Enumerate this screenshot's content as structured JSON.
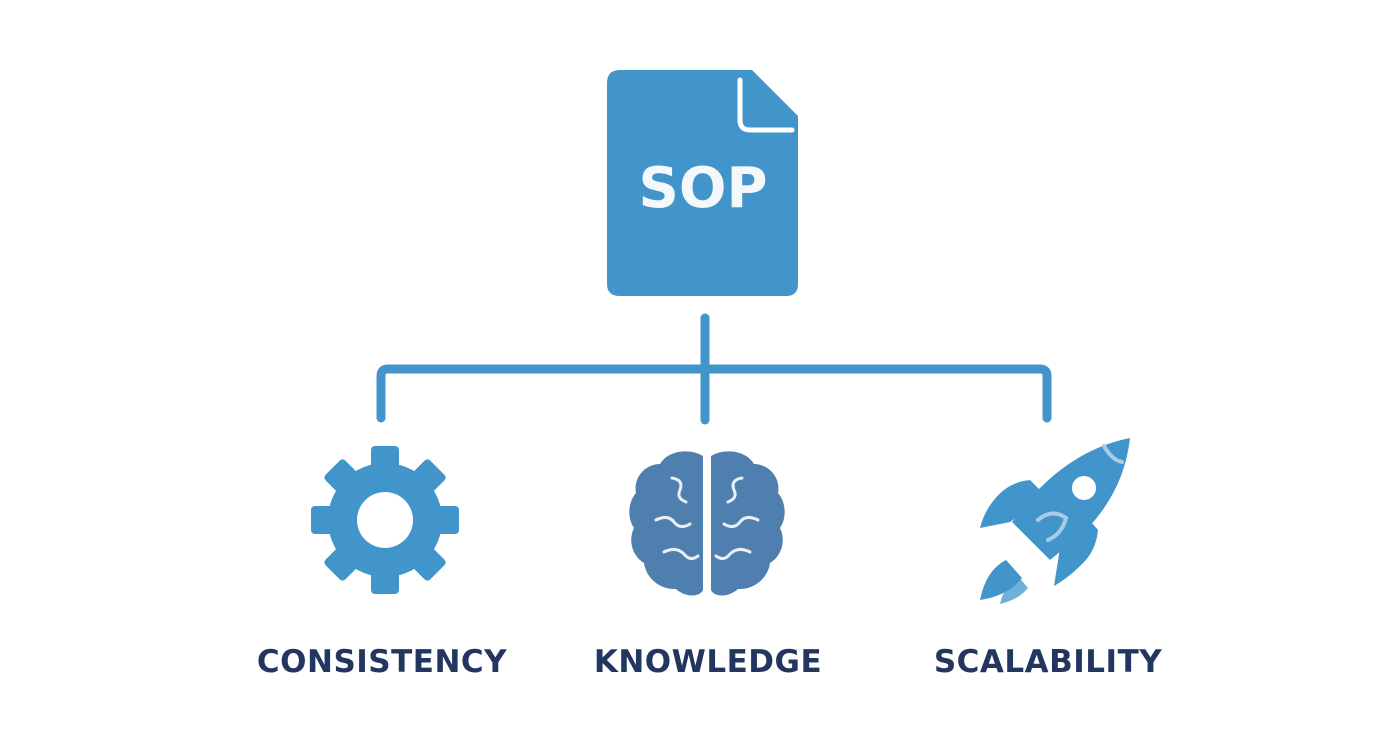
{
  "root": {
    "label": "SOP",
    "icon": "document-icon"
  },
  "pillars": [
    {
      "label": "CONSISTENCY",
      "icon": "gear-icon"
    },
    {
      "label": "KNOWLEDGE",
      "icon": "brain-icon"
    },
    {
      "label": "SCALABILITY",
      "icon": "rocket-icon"
    }
  ],
  "colors": {
    "primary": "#4195CB",
    "brain": "#4F7FAF",
    "label": "#233660",
    "background": "#FFFFFF"
  }
}
